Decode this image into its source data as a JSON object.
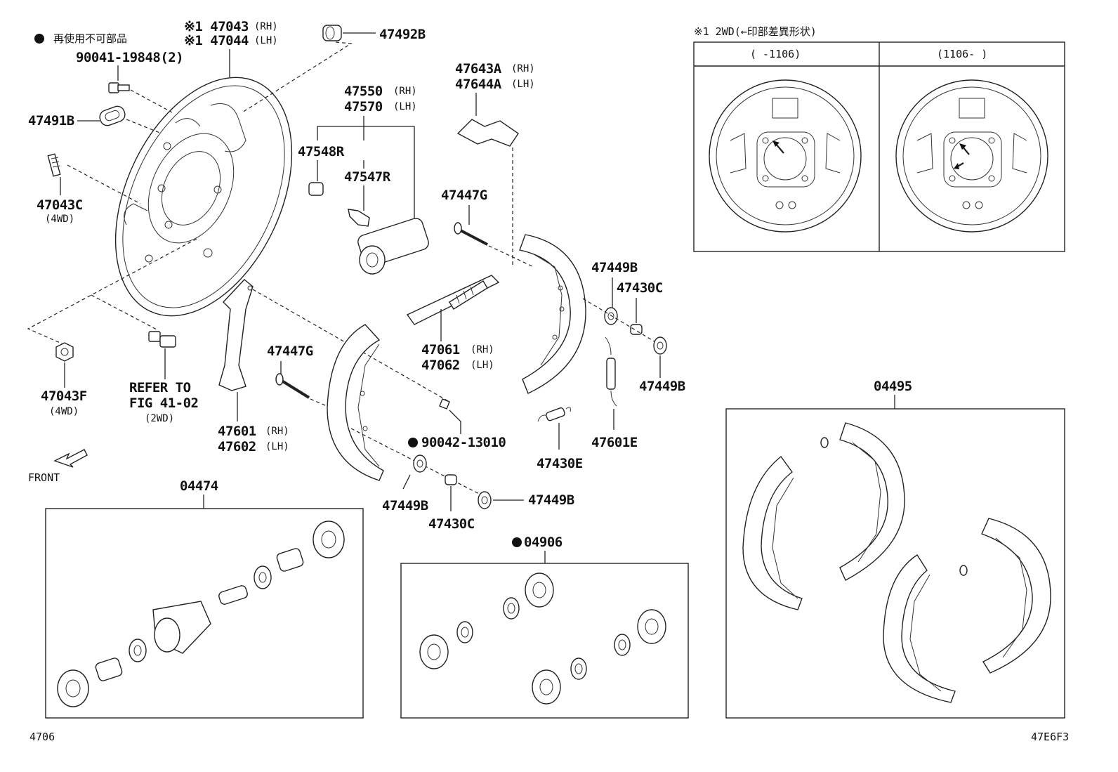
{
  "legend": {
    "reuse_note": "再使用不可部品",
    "variant_note": "※1 2WD(←印部差異形状)"
  },
  "variants": [
    {
      "label": "(      -1106)"
    },
    {
      "label": "(1106-      )"
    }
  ],
  "labels": {
    "p47043": "※1 47043",
    "p47043_side": "(RH)",
    "p47044": "※1 47044",
    "p47044_side": "(LH)",
    "p47492B": "47492B",
    "p90041": "90041-19848(2)",
    "p47491B": "47491B",
    "p47043C": "47043C",
    "p47043C_note": "(4WD)",
    "p47043F": "47043F",
    "p47043F_note": "(4WD)",
    "refer1": "REFER TO",
    "refer2": "FIG 41-02",
    "refer3": "(2WD)",
    "p47550": "47550",
    "p47550_side": "(RH)",
    "p47570": "47570",
    "p47570_side": "(LH)",
    "p47548R": "47548R",
    "p47547R": "47547R",
    "p47643A": "47643A",
    "p47643A_side": "(RH)",
    "p47644A": "47644A",
    "p47644A_side": "(LH)",
    "p47447G_top": "47447G",
    "p47449B_r1": "47449B",
    "p47430C_r": "47430C",
    "p47449B_r2": "47449B",
    "p47061": "47061",
    "p47061_side": "(RH)",
    "p47062": "47062",
    "p47062_side": "(LH)",
    "p47447G_mid": "47447G",
    "p47601": "47601",
    "p47601_side": "(RH)",
    "p47602": "47602",
    "p47602_side": "(LH)",
    "p90042": "90042-13010",
    "p47430E": "47430E",
    "p47601E": "47601E",
    "p47449B_b1": "47449B",
    "p47430C_b": "47430C",
    "p47449B_b2": "47449B",
    "front": "FRONT",
    "kit04474": "04474",
    "kit04906": "04906",
    "kit04495": "04495",
    "page_code": "4706",
    "figure_code": "47E6F3"
  }
}
